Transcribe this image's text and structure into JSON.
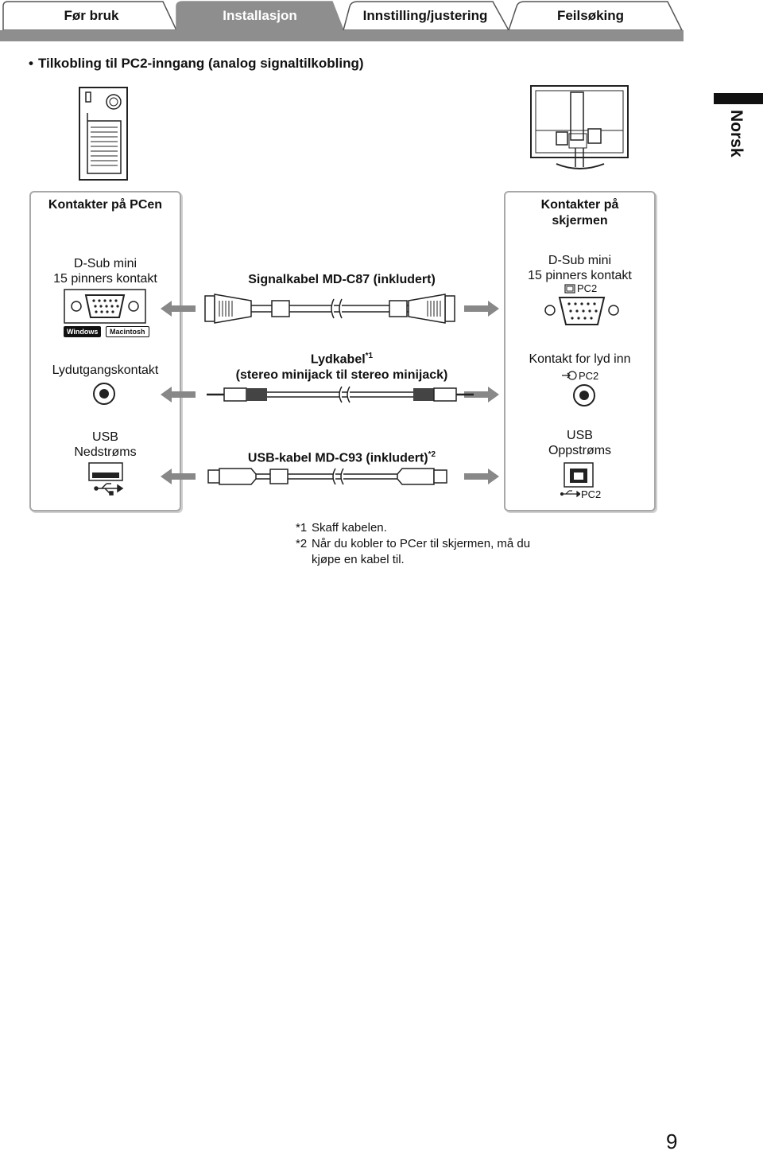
{
  "tabs": [
    {
      "label": "Før bruk",
      "active": false
    },
    {
      "label": "Installasjon",
      "active": true
    },
    {
      "label": "Innstilling/justering",
      "active": false
    },
    {
      "label": "Feilsøking",
      "active": false
    }
  ],
  "colors": {
    "tab_active": "#8e8e8e",
    "tab_active_text": "#ffffff",
    "panel_border": "#a8a8a8",
    "side_tab": "#111111"
  },
  "heading": "Tilkobling til PC2-inngang (analog signaltilkobling)",
  "side_tab_label": "Norsk",
  "pc_panel": {
    "title": "Kontakter på PCen",
    "dsub_label_1": "D-Sub mini",
    "dsub_label_2": "15 pinners kontakt",
    "badge_windows": "Windows",
    "badge_mac": "Macintosh",
    "audio_label": "Lydutgangskontakt",
    "usb_label_1": "USB",
    "usb_label_2": "Nedstrøms"
  },
  "monitor_panel": {
    "title_1": "Kontakter på",
    "title_2": "skjermen",
    "dsub_label_1": "D-Sub mini",
    "dsub_label_2": "15 pinners kontakt",
    "dsub_port_tag": "PC2",
    "audio_label": "Kontakt for lyd inn",
    "audio_port_tag": "PC2",
    "usb_label_1": "USB",
    "usb_label_2": "Oppstrøms",
    "usb_port_tag": "PC2"
  },
  "cables": {
    "signal": "Signalkabel MD-C87 (inkludert)",
    "audio_1": "Lydkabel",
    "audio_mark": "*1",
    "audio_2": "(stereo minijack til stereo minijack)",
    "usb": "USB-kabel MD-C93 (inkludert)",
    "usb_mark": "*2"
  },
  "footnotes": [
    {
      "mark": "*1",
      "text": "Skaff kabelen."
    },
    {
      "mark": "*2",
      "text": "Når du kobler to PCer til skjermen, må du"
    },
    {
      "mark": "",
      "text": "kjøpe en kabel til."
    }
  ],
  "page_number": "9"
}
